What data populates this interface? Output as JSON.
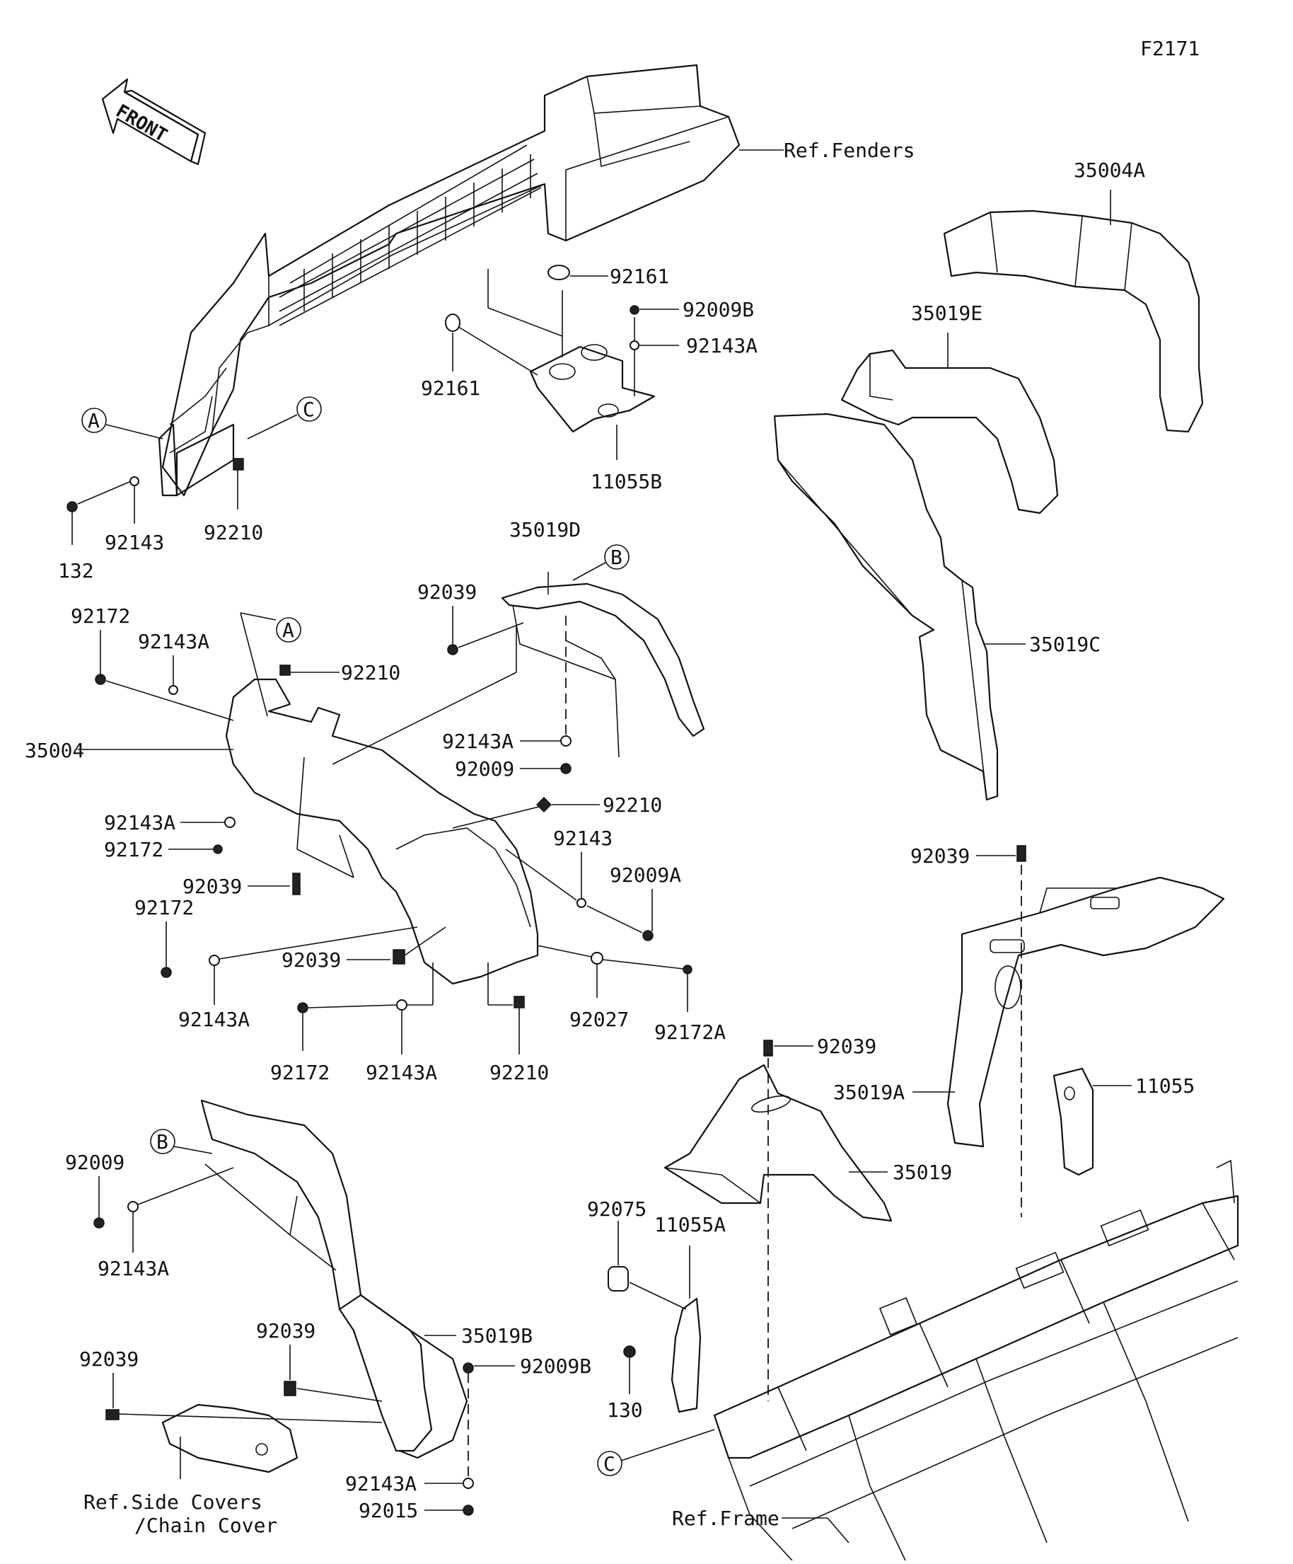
{
  "figure_code": "F2171",
  "front_arrow_text": "FRONT",
  "callout_letters": {
    "A": "A",
    "B": "B",
    "C": "C"
  },
  "references": {
    "fenders": "Ref.Fenders",
    "side_covers_line1": "Ref.Side Covers",
    "side_covers_line2": "/Chain Cover",
    "frame": "Ref.Frame"
  },
  "part_numbers": {
    "p35004A": "35004A",
    "p92161_top": "92161",
    "p92009B_top": "92009B",
    "p92143A_top": "92143A",
    "p92161_left": "92161",
    "p11055B": "11055B",
    "p35019E": "35019E",
    "p132": "132",
    "p92143_a": "92143",
    "p92210_a": "92210",
    "p35019D": "35019D",
    "p92039_a": "92039",
    "p92172_a": "92172",
    "p92143A_b": "92143A",
    "p92210_b": "92210",
    "p35004": "35004",
    "p35019C": "35019C",
    "p92143A_c": "92143A",
    "p92009_a": "92009",
    "p92143A_d": "92143A",
    "p92172_b": "92172",
    "p92039_b": "92039",
    "p92210_c": "92210",
    "p92143_b": "92143",
    "p92009A": "92009A",
    "p92172_c": "92172",
    "p92039_c": "92039",
    "p92143A_e": "92143A",
    "p92039_d": "92039",
    "p92027": "92027",
    "p92172A": "92172A",
    "p92172_d": "92172",
    "p92143A_f": "92143A",
    "p92210_d": "92210",
    "p92039_e": "92039",
    "p35019A": "35019A",
    "p11055": "11055",
    "p92009_b": "92009",
    "p92143A_g": "92143A",
    "p35019": "35019",
    "p92075": "92075",
    "p11055A": "11055A",
    "p92039_f": "92039",
    "p92039_g": "92039",
    "p35019B": "35019B",
    "p92009B_b": "92009B",
    "p130": "130",
    "p92143A_h": "92143A",
    "p92015": "92015"
  }
}
